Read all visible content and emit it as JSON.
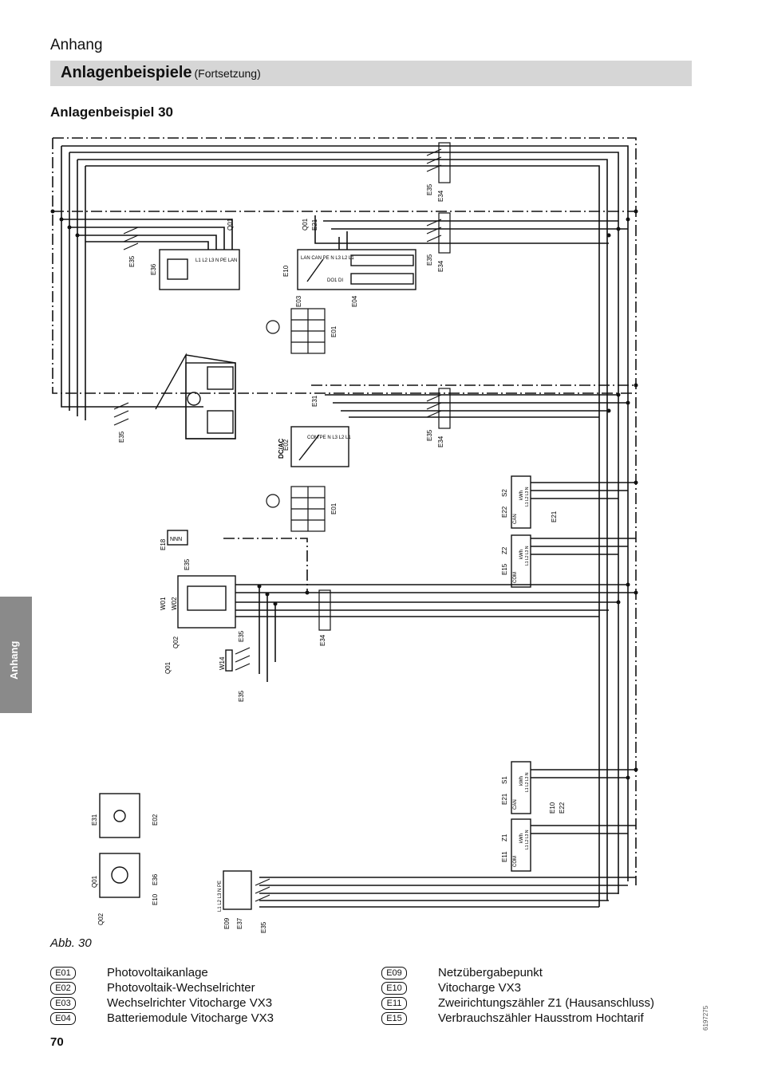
{
  "header": {
    "label": "Anhang"
  },
  "title_bar": {
    "title": "Anlagenbeispiele",
    "subtitle": "(Fortsetzung)"
  },
  "section": {
    "title": "Anlagenbeispiel 30"
  },
  "side_tab": {
    "label": "Anhang"
  },
  "diagram": {
    "tags": {
      "e01": "E01",
      "e02": "E02",
      "e03": "E03",
      "e04": "E04",
      "e09": "E09",
      "e10": "E10",
      "e11": "E11",
      "e15": "E15",
      "e18": "E18",
      "e21": "E21",
      "e22": "E22",
      "e31": "E31",
      "e34": "E34",
      "e35": "E35",
      "e36": "E36",
      "e37": "E37",
      "q01": "Q01",
      "q02": "Q02",
      "w01": "W01",
      "w02": "W02",
      "w14": "W14",
      "s1": "S1",
      "s2": "S2",
      "z1": "Z1",
      "z2": "Z2"
    },
    "labels": {
      "terminal_e10": "LAN CAN PE N L3 L2 L1",
      "terminal_e02": "COM PE N L3 L2 L1",
      "terminal_e36": "L1 L2 L3 N PE LAN",
      "dcac": "DC/AC",
      "do1di": "DO1 DI",
      "kwh": "kWh",
      "meter_can": "CAN",
      "meter_com": "COM",
      "meter_phases": "L1 L2 L3 N",
      "grid_terminals": "L1 L2 L3 N PE",
      "e18_block": "NNN"
    }
  },
  "figure": {
    "caption": "Abb. 30"
  },
  "legend": {
    "left": [
      {
        "code": "E01",
        "text": "Photovoltaikanlage"
      },
      {
        "code": "E02",
        "text": "Photovoltaik-Wechselrichter"
      },
      {
        "code": "E03",
        "text": "Wechselrichter Vitocharge VX3"
      },
      {
        "code": "E04",
        "text": "Batteriemodule Vitocharge VX3"
      }
    ],
    "right": [
      {
        "code": "E09",
        "text": "Netzübergabepunkt"
      },
      {
        "code": "E10",
        "text": "Vitocharge VX3"
      },
      {
        "code": "E11",
        "text": "Zweirichtungszähler Z1 (Hausanschluss)"
      },
      {
        "code": "E15",
        "text": "Verbrauchszähler Hausstrom Hochtarif"
      }
    ]
  },
  "footer": {
    "page_number": "70",
    "doc_number": "6197275"
  }
}
